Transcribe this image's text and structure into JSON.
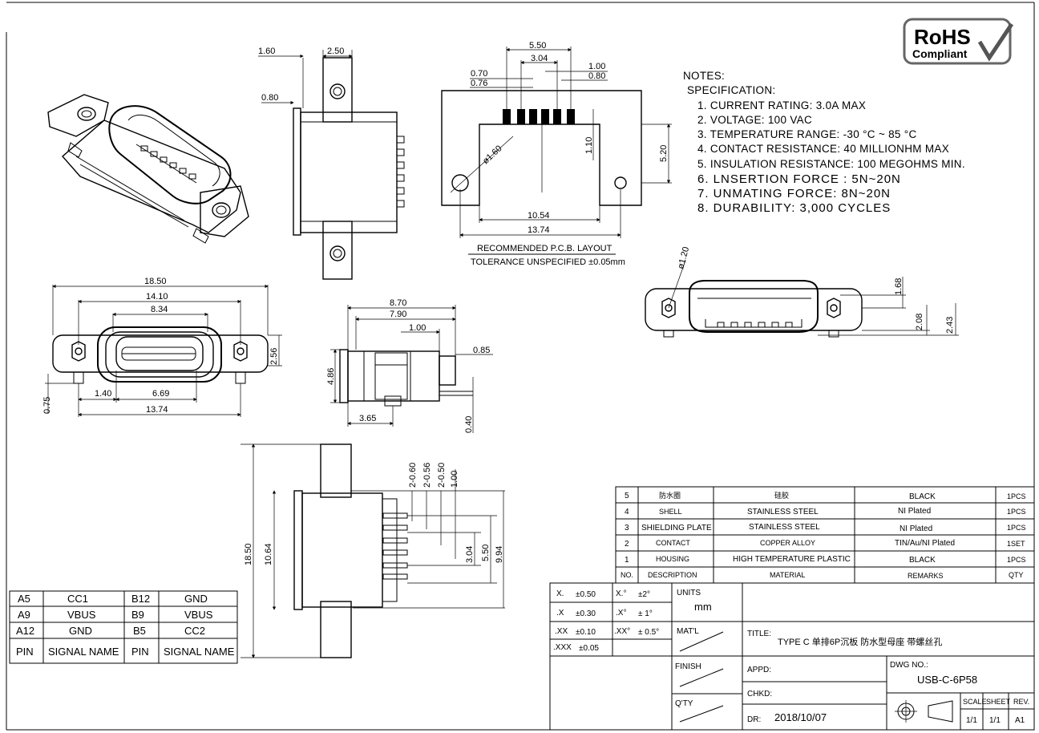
{
  "rohs": {
    "line1": "RoHS",
    "line2": "Compliant"
  },
  "notes": {
    "title": "NOTES:",
    "spec": "SPECIFICATION:",
    "items": [
      "1. CURRENT RATING: 3.0A MAX",
      "2. VOLTAGE: 100 VAC",
      "3. TEMPERATURE RANGE: -30 °C ~ 85 °C",
      "4. CONTACT RESISTANCE: 40 MILLIONHM MAX",
      "5. INSULATION RESISTANCE: 100 MEGOHMS MIN.",
      "6. LNSERTION FORCE : 5N~20N",
      "7. UNMATING FORCE: 8N~20N",
      "8. DURABILITY:     3,000 CYCLES"
    ]
  },
  "pcb": {
    "label1": "RECOMMENDED  P.C.B. LAYOUT",
    "label2": "TOLERANCE UNSPECIFIED ±0.05mm",
    "dims": {
      "d550": "5.50",
      "d304": "3.04",
      "d100": "1.00",
      "d080": "0.80",
      "d070": "0.70",
      "d076": "0.76",
      "d110": "1.10",
      "d520": "5.20",
      "d160": "ø1.60",
      "d1054": "10.54",
      "d1374": "13.74"
    }
  },
  "side_view": {
    "d160": "1.60",
    "d250": "2.50",
    "d080": "0.80"
  },
  "front_view": {
    "d1850": "18.50",
    "d1410": "14.10",
    "d834": "8.34",
    "d256": "2.56",
    "d075": "0.75",
    "d140": "1.40",
    "d669": "6.69",
    "d1374": "13.74"
  },
  "profile_view": {
    "d870": "8.70",
    "d790": "7.90",
    "d100": "1.00",
    "d085": "0.85",
    "d486": "4.86",
    "d365": "3.65",
    "d040": "0.40"
  },
  "right_view": {
    "d120": "ø1.20",
    "d168": "1.68",
    "d208": "2.08",
    "d243": "2.43"
  },
  "bottom_view": {
    "d060": "2-0.60",
    "d056": "2-0.56",
    "d050": "2-0.50",
    "d100": "1.00",
    "d1850": "18.50",
    "d1064": "10.64",
    "d304": "3.04",
    "d550": "5.50",
    "d994": "9.94"
  },
  "pin_table": {
    "rows": [
      [
        "A5",
        "CC1",
        "B12",
        "GND"
      ],
      [
        "A9",
        "VBUS",
        "B9",
        "VBUS"
      ],
      [
        "A12",
        "GND",
        "B5",
        "CC2"
      ],
      [
        "PIN",
        "SIGNAL NAME",
        "PIN",
        "SIGNAL NAME"
      ]
    ]
  },
  "bom": {
    "rows": [
      [
        "5",
        "防水圈",
        "硅胶",
        "BLACK",
        "1PCS"
      ],
      [
        "4",
        "SHELL",
        "STAINLESS STEEL",
        "NI  Plated",
        "1PCS"
      ],
      [
        "3",
        "SHIELDING PLATE",
        "STAINLESS  STEEL",
        "NI   Plated",
        "1PCS"
      ],
      [
        "2",
        "CONTACT",
        "COPPER ALLOY",
        "TIN/Au/NI Plated",
        "1SET"
      ],
      [
        "1",
        "HOUSING",
        "HIGH TEMPERATURE PLASTIC",
        "BLACK",
        "1PCS"
      ]
    ],
    "header": [
      "NO.",
      "DESCRIPTION",
      "MATERIAL",
      "REMARKS",
      "QTY"
    ]
  },
  "title_block": {
    "tol": [
      [
        "X.",
        "±0.50",
        "X.°",
        "±2°"
      ],
      [
        ".X",
        "±0.30",
        ".X°",
        "± 1°"
      ],
      [
        ".XX",
        "±0.10",
        ".XX°",
        "± 0.5°"
      ],
      [
        ".XXX",
        "±0.05",
        "",
        ""
      ]
    ],
    "units_label": "UNITS",
    "units": "mm",
    "matl": "MAT'L",
    "title_label": "TITLE:",
    "title": "TYPE C  单排6P沉板  防水型母座  带螺丝孔",
    "finish": "FINISH",
    "appd": "APPD:",
    "dwg_no_label": "DWG NO.:",
    "dwg_no": "USB-C-6P58",
    "chkd": "CHKD:",
    "qty": "Q'TY",
    "dr_label": "DR:",
    "dr": "2018/10/07",
    "scale_label": "SCALE",
    "sheet_label": "SHEET",
    "rev_label": "REV.",
    "scale": "1/1",
    "sheet": "1/1",
    "rev": "A1"
  }
}
